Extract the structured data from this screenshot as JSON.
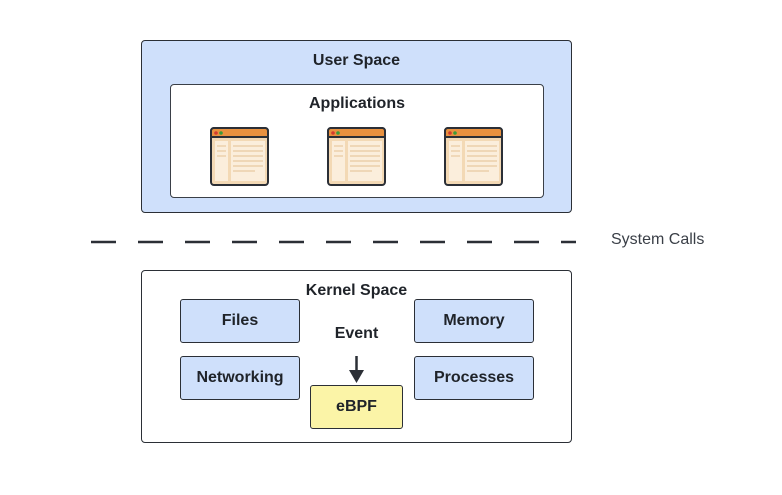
{
  "user_space": {
    "title": "User Space",
    "applications": {
      "title": "Applications",
      "windows": [
        "app-window-1",
        "app-window-2",
        "app-window-3"
      ]
    }
  },
  "divider": {
    "label": "System Calls"
  },
  "kernel_space": {
    "title": "Kernel Space",
    "boxes": {
      "files": "Files",
      "memory": "Memory",
      "networking": "Networking",
      "processes": "Processes"
    },
    "event_label": "Event",
    "ebpf": "eBPF"
  },
  "colors": {
    "user_space_fill": "#cfe0fb",
    "kernel_box_fill": "#cfe0fb",
    "ebpf_fill": "#fbf4a7",
    "window_titlebar": "#e8913f",
    "window_body": "#f3d9b5",
    "border": "#2b2f36"
  }
}
